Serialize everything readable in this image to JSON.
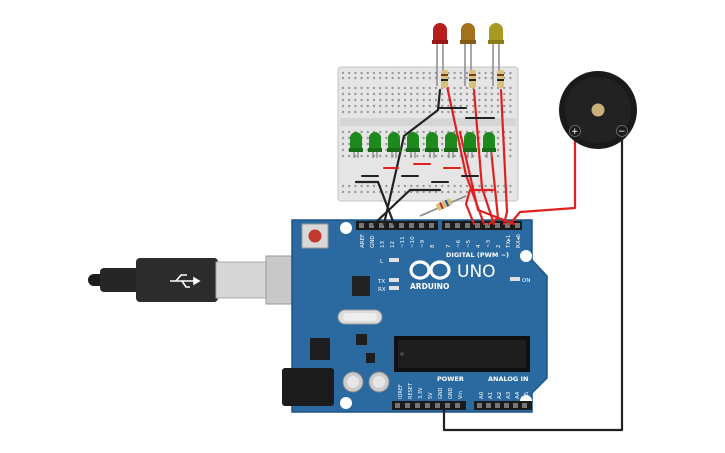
{
  "board": {
    "logo_text": "ARDUINO",
    "model": "UNO",
    "digital_header": "DIGITAL (PWM ~)",
    "power_header": "POWER",
    "analog_header": "ANALOG IN",
    "on_label": "ON",
    "led_l": "L",
    "led_tx": "TX",
    "led_rx": "RX",
    "top_pins": [
      "AREF",
      "GND",
      "13",
      "12",
      "~11",
      "~10",
      "~9",
      "8",
      "7",
      "~6",
      "~5",
      "4",
      "~3",
      "2",
      "TX▸1",
      "RX◂0"
    ],
    "power_pins": [
      "IOREF",
      "RESET",
      "3.3V",
      "5V",
      "GND",
      "GND",
      "Vin"
    ],
    "analog_pins": [
      "A0",
      "A1",
      "A2",
      "A3",
      "A4",
      "A5"
    ]
  },
  "buzzer": {
    "plus": "+",
    "minus": "−"
  },
  "colors": {
    "board": "#2a6aa0",
    "wire_red": "#e02020",
    "wire_black": "#222222",
    "led_red": "#b81d1d",
    "led_amber": "#a4711c",
    "led_yellow": "#a69a22",
    "led_green": "#1e8a1e"
  }
}
